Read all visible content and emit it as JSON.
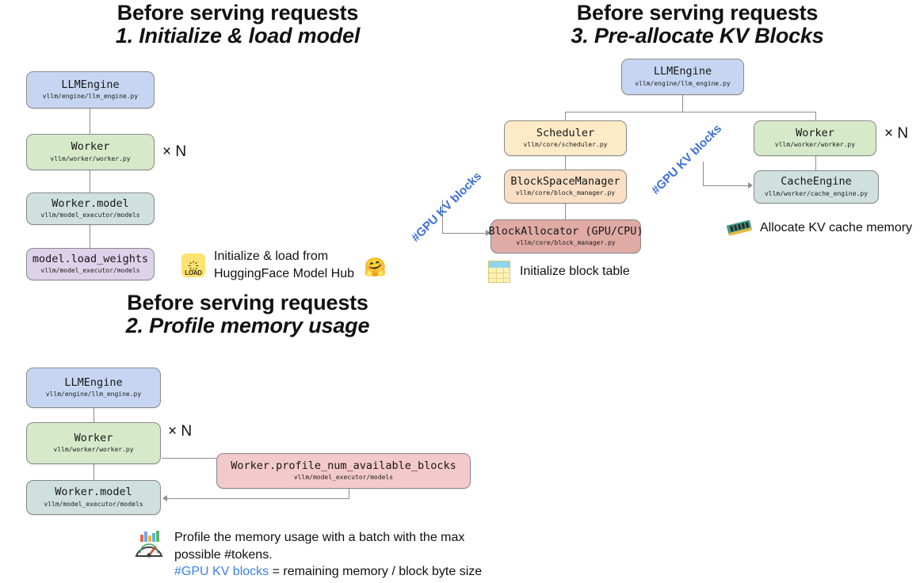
{
  "panels": [
    {
      "id": "panel1",
      "title_line1": "Before serving requests",
      "title_line2": "1. Initialize & load model",
      "nodes": [
        {
          "name": "LLMEngine",
          "path": "vllm/engine/llm_engine.py",
          "color": "#c6d6f2"
        },
        {
          "name": "Worker",
          "path": "vllm/worker/worker.py",
          "color": "#d6e9c9"
        },
        {
          "name": "Worker.model",
          "path": "vllm/model_executor/models",
          "color": "#cfe0df"
        },
        {
          "name": "model.load_weights",
          "path": "vllm/model_executor/models",
          "color": "#ddd2e9"
        }
      ],
      "multiplier": "× N",
      "legend": {
        "icon": "load-icon",
        "icon_label": "LOAD",
        "text_line1": "Initialize & load from",
        "text_line2": "HuggingFace Model Hub",
        "trailing_icon": "hugging-face-icon"
      }
    },
    {
      "id": "panel2",
      "title_line1": "Before serving requests",
      "title_line2": "2. Profile memory usage",
      "nodes": [
        {
          "name": "LLMEngine",
          "path": "vllm/engine/llm_engine.py",
          "color": "#c6d6f2"
        },
        {
          "name": "Worker",
          "path": "vllm/worker/worker.py",
          "color": "#d6e9c9"
        },
        {
          "name": "Worker.model",
          "path": "vllm/model_executor/models",
          "color": "#cfe0df"
        },
        {
          "name": "Worker.profile_num_available_blocks",
          "path": "vllm/model_executor/models",
          "color": "#f4c9cb"
        }
      ],
      "multiplier": "× N",
      "legend": {
        "icon": "chart-gauge-icon",
        "text_line1": "Profile the memory usage with a batch with the max",
        "text_line2": "possible #tokens.",
        "text_line3_blue": "#GPU KV blocks",
        "text_line3_rest": " = remaining memory / block byte size"
      }
    },
    {
      "id": "panel3",
      "title_line1": "Before serving requests",
      "title_line2": "3. Pre-allocate KV Blocks",
      "nodes": [
        {
          "name": "LLMEngine",
          "path": "vllm/engine/llm_engine.py",
          "color": "#c6d6f2"
        },
        {
          "name": "Scheduler",
          "path": "vllm/core/scheduler.py",
          "color": "#fdeac6"
        },
        {
          "name": "BlockSpaceManager",
          "path": "vllm/core/block_manager.py",
          "color": "#fadfc4"
        },
        {
          "name": "BlockAllocator (GPU/CPU)",
          "path": "vllm/core/block_manager.py",
          "color": "#e0aaa5"
        },
        {
          "name": "Worker",
          "path": "vllm/worker/worker.py",
          "color": "#d6e9c9"
        },
        {
          "name": "CacheEngine",
          "path": "vllm/worker/cache_engine.py",
          "color": "#cfe0df"
        }
      ],
      "multiplier": "× N",
      "kv_labels": [
        "#GPU KV blocks",
        "#GPU KV blocks"
      ],
      "legend_left": {
        "icon": "block-table-icon",
        "text": "Initialize block table"
      },
      "legend_right": {
        "icon": "memory-stick-icon",
        "text": "Allocate KV cache memory"
      }
    }
  ],
  "colors": {
    "accent_blue": "#3b6fd4",
    "inline_blue": "#3b82e6",
    "connector": "#8d8d8d",
    "background": "#ffffff"
  }
}
